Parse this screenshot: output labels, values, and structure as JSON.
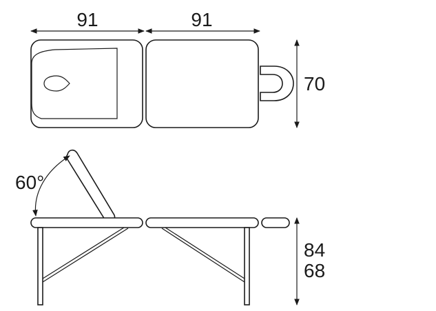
{
  "dimensions": {
    "top_section_1": "91",
    "top_section_2": "91",
    "width": "70",
    "height_max": "84",
    "height_min": "68",
    "backrest_angle": "60°"
  },
  "colors": {
    "line": "#1a1a1a",
    "background": "#ffffff"
  }
}
